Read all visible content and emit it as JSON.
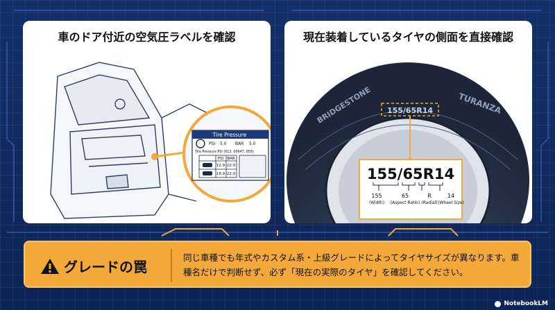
{
  "left_panel": {
    "title": "車のドア付近の空気圧ラベルを確認",
    "label": {
      "header": "Tire Pressure",
      "psi_text": "PSI",
      "psi_val": "5.0",
      "bar_text": "BAR",
      "bar_val": "5.0",
      "line2": "Tire Pressure PSI (613, 00647, 958)",
      "col_psi": "PSI",
      "col_bar": "BAR",
      "row1_psi": "12.9",
      "row1_bar": "22.0",
      "row2_psi": "18.9",
      "row2_bar": "22.0"
    }
  },
  "right_panel": {
    "title": "現在装着しているタイヤの側面を直接確認",
    "tire_brand_left": "BRIDGESTONE",
    "tire_brand_right": "TURANZA",
    "tire_size_on_wall": "155/65R14",
    "callout_size": "155/65R14",
    "parts": [
      {
        "value": "155",
        "desc": "(Width)"
      },
      {
        "value": "65",
        "desc": "(Aspect Ratio)"
      },
      {
        "value": "R",
        "desc": "(Radial)"
      },
      {
        "value": "14",
        "desc": "(Wheel Size)"
      }
    ]
  },
  "banner": {
    "title": "グレードの罠",
    "text": "同じ車種でも年式やカスタム系・上級グレードによってタイヤサイズが異なります。車種名だけで判断せず、必ず「現在の実際のタイヤ」を確認してください。"
  },
  "brand": {
    "name": "NotebookLM"
  },
  "colors": {
    "background": "#0f2a5c",
    "accent": "#f2a93a",
    "panel": "#ffffff"
  }
}
